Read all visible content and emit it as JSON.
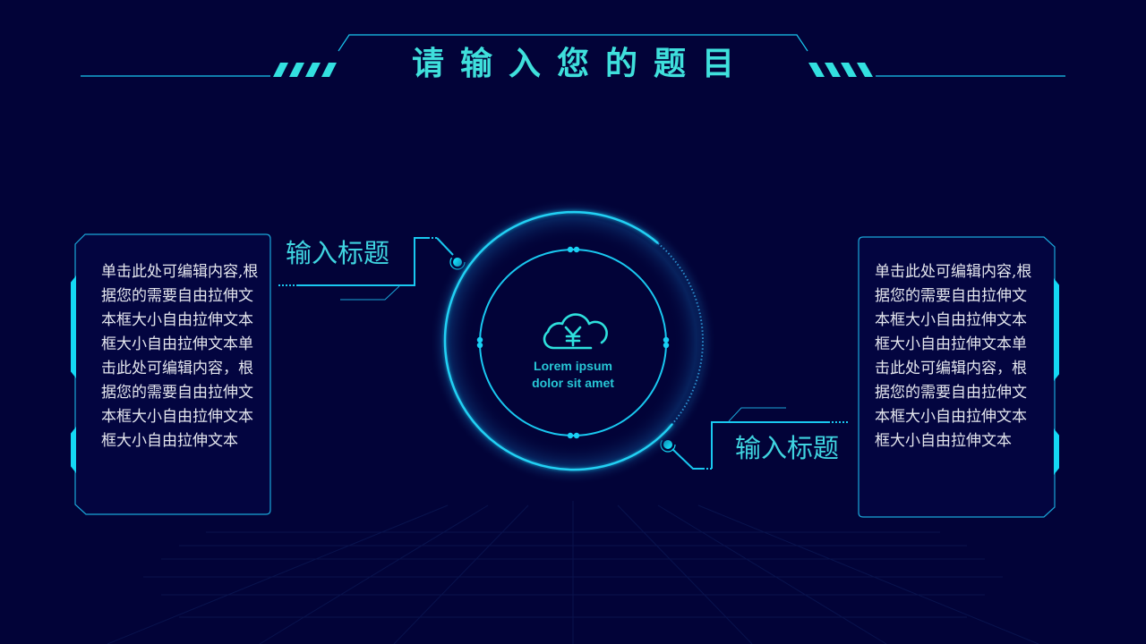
{
  "slide": {
    "title": "请输入您的题目",
    "background_color": "#020338",
    "accent_color": "#19c8f0",
    "title_color": "#3fe0dc"
  },
  "left_item": {
    "heading": "输入标题",
    "body": "单击此处可编辑内容,根据您的需要自由拉伸文本框大小自由拉伸文本框大小自由拉伸文本单击此处可编辑内容，根据您的需要自由拉伸文本框大小自由拉伸文本框大小自由拉伸文本"
  },
  "right_item": {
    "heading": "输入标题",
    "body": "单击此处可编辑内容,根据您的需要自由拉伸文本框大小自由拉伸文本框大小自由拉伸文本单击此处可编辑内容，根据您的需要自由拉伸文本框大小自由拉伸文本框大小自由拉伸文本"
  },
  "center": {
    "icon": "cloud-yen-icon",
    "label_line1": "Lorem ipsum",
    "label_line2": "dolor sit amet"
  }
}
